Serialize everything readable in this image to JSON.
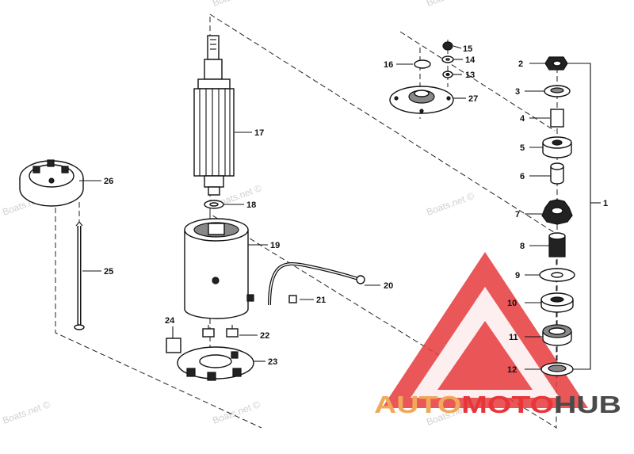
{
  "watermark": {
    "text": "Boats.net ©"
  },
  "brand": {
    "part1": "AUTO",
    "part2": "MOTO",
    "part3": "HUB"
  },
  "colors": {
    "brand_orange": "#f0a85a",
    "brand_red": "#e8353a",
    "brand_dark": "#4a4a4a",
    "triangle_red": "#e63a3c"
  },
  "callouts": [
    {
      "id": "1",
      "label": "1"
    },
    {
      "id": "2",
      "label": "2"
    },
    {
      "id": "3",
      "label": "3"
    },
    {
      "id": "4",
      "label": "4"
    },
    {
      "id": "5",
      "label": "5"
    },
    {
      "id": "6",
      "label": "6"
    },
    {
      "id": "7",
      "label": "7"
    },
    {
      "id": "8",
      "label": "8"
    },
    {
      "id": "9",
      "label": "9"
    },
    {
      "id": "10",
      "label": "10"
    },
    {
      "id": "11",
      "label": "11"
    },
    {
      "id": "12",
      "label": "12"
    },
    {
      "id": "13",
      "label": "13"
    },
    {
      "id": "14",
      "label": "14"
    },
    {
      "id": "15",
      "label": "15"
    },
    {
      "id": "16",
      "label": "16"
    },
    {
      "id": "17",
      "label": "17"
    },
    {
      "id": "18",
      "label": "18"
    },
    {
      "id": "19",
      "label": "19"
    },
    {
      "id": "20",
      "label": "20"
    },
    {
      "id": "21",
      "label": "21"
    },
    {
      "id": "22",
      "label": "22"
    },
    {
      "id": "23",
      "label": "23"
    },
    {
      "id": "24",
      "label": "24"
    },
    {
      "id": "25",
      "label": "25"
    },
    {
      "id": "26",
      "label": "26"
    },
    {
      "id": "27",
      "label": "27"
    }
  ]
}
